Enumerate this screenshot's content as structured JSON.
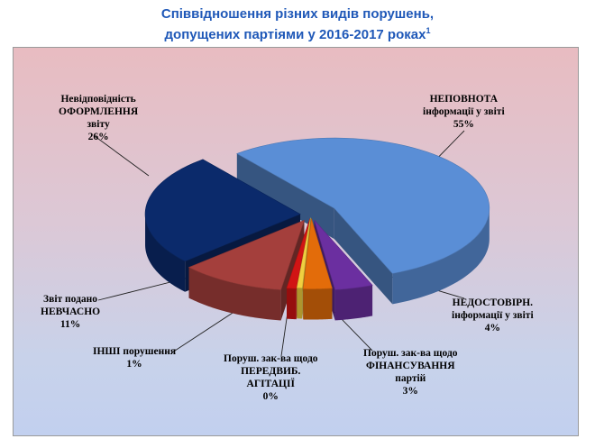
{
  "title": {
    "line1": "Співвідношення різних видів порушень,",
    "line2": "допущених партіями у 2016-2017 роках",
    "footnote_marker": "1"
  },
  "chart_data": {
    "type": "pie",
    "style": "3d-exploded",
    "title": "Співвідношення різних видів порушень, допущених партіями у 2016-2017 роках",
    "slices": [
      {
        "name": "НЕПОВНОТА інформації у звіті",
        "value": 55,
        "color": "#5a8ed6",
        "label_lines": [
          "НЕПОВНОТА",
          "інформації у звіті",
          "55%"
        ]
      },
      {
        "name": "НЕДОСТОВІРН. інформації у звіті",
        "value": 4,
        "color": "#6b2fa0",
        "label_lines": [
          "НЕДОСТОВІРН.",
          "інформації у звіті",
          "4%"
        ]
      },
      {
        "name": "Поруш. зак-ва щодо ФІНАНСУВАННЯ партій",
        "value": 3,
        "color": "#e36c0a",
        "label_lines": [
          "Поруш. зак-ва щодо",
          "ФІНАНСУВАННЯ",
          "партій",
          "3%"
        ]
      },
      {
        "name": "Поруш. зак-ва щодо ПЕРЕДВИБ. АГІТАЦІЇ",
        "value": 0,
        "color": "#f0d040",
        "label_lines": [
          "Поруш. зак-ва щодо",
          "ПЕРЕДВИБ.",
          "АГІТАЦІЇ",
          "0%"
        ]
      },
      {
        "name": "ІНШІ порушення",
        "value": 1,
        "color": "#d11414",
        "label_lines": [
          "ІНШІ порушення",
          "1%"
        ]
      },
      {
        "name": "Звіт подано НЕВЧАСНО",
        "value": 11,
        "color": "#a43f3c",
        "label_lines": [
          "Звіт подано",
          "НЕВЧАСНО",
          "11%"
        ]
      },
      {
        "name": "Невідповідність ОФОРМЛЕННЯ звіту",
        "value": 26,
        "color": "#0b2a6b",
        "label_lines": [
          "Невідповідність",
          "ОФОРМЛЕННЯ",
          "звіту",
          "26%"
        ]
      }
    ],
    "legend": "none",
    "labels": "outside-with-leader-lines"
  }
}
